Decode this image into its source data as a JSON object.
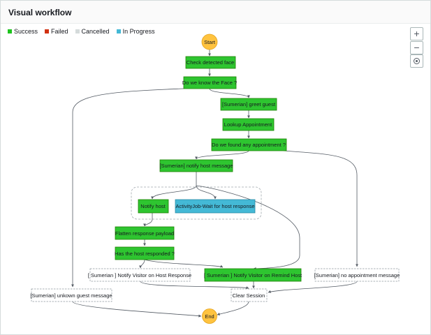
{
  "header": {
    "title": "Visual workflow"
  },
  "legend": [
    {
      "label": "Success",
      "color": "#1ec41e"
    },
    {
      "label": "Failed",
      "color": "#d13212"
    },
    {
      "label": "Cancelled",
      "color": "#d5dbdb"
    },
    {
      "label": "In Progress",
      "color": "#44b9d6"
    }
  ],
  "controls": {
    "zoom_in_icon": "plus-icon",
    "zoom_out_icon": "minus-icon",
    "center_icon": "target-icon"
  },
  "nodes": {
    "start": "Start",
    "check_face": "Check detected face",
    "know_face": "Do we know the Face ?",
    "greet_guest": "[Sumerian] greet guest",
    "lookup_appointment": "Lookup Appointment",
    "found_appointment": "Do we found any appointment ?",
    "notify_host_message": "[Sumerian] notify host message",
    "notify_host": "Notify host",
    "activity_wait": "ActivityJob-Wait for host response",
    "flatten_payload": "Flatten response payload",
    "host_responded": "Has the host responded ?",
    "notify_visitor_host_response": "[ Sumerian ] Notify Visitor on Host Response",
    "notify_visitor_remind_host": "[ Sumerian ] Notify Visitor on Remind Host",
    "no_appointment_message": "[Sumerian] no appointment message",
    "unknown_guest_message": "[Sumerian] unkown guest message",
    "clear_session": "Clear Session",
    "end": "End"
  }
}
